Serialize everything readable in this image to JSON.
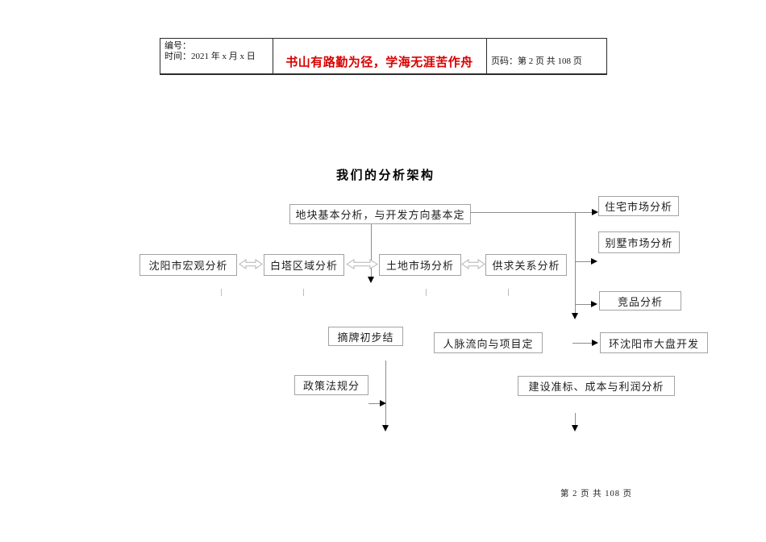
{
  "header": {
    "number_line": "编号：",
    "time_line": "时间：2021 年 x 月 x 日",
    "slogan": "书山有路勤为径，学海无涯苦作舟",
    "page_info": "页码：第 2 页  共 108 页"
  },
  "title": "我们的分析架构",
  "diagram": {
    "boxes": [
      {
        "name": "land-basic-analysis",
        "label": "地块基本分析，与开发方向基本定"
      },
      {
        "name": "residential-market",
        "label": "住宅市场分析"
      },
      {
        "name": "villa-market",
        "label": "别墅市场分析"
      },
      {
        "name": "shenyang-macro-analysis",
        "label": "沈阳市宏观分析"
      },
      {
        "name": "baita-region-analysis",
        "label": "白塔区域分析"
      },
      {
        "name": "land-market-analysis",
        "label": "土地市场分析"
      },
      {
        "name": "supply-demand-analysis",
        "label": "供求关系分析"
      },
      {
        "name": "competitor-analysis",
        "label": "竞品分析"
      },
      {
        "name": "delisting-preliminary",
        "label": "摘牌初步结"
      },
      {
        "name": "people-flow-project",
        "label": "人脉流向与项目定"
      },
      {
        "name": "around-shenyang-dev",
        "label": "环沈阳市大盘开发"
      },
      {
        "name": "policy-regulation",
        "label": "政策法规分"
      },
      {
        "name": "construction-cost-profit",
        "label": "建设准标、成本与利润分析"
      }
    ]
  },
  "footer": {
    "page_info": "第 2 页 共 108 页"
  },
  "colors": {
    "slogan_red": "#d90000",
    "box_border": "#a3a3a3",
    "connector_gray": "#8c8c8c",
    "arrowhead_black": "#000000"
  }
}
